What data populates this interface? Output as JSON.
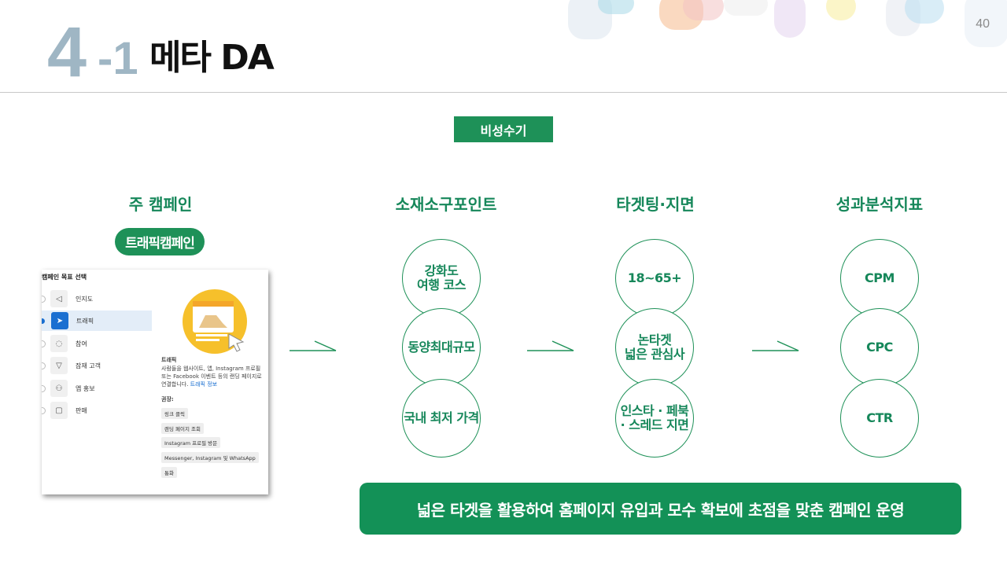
{
  "header": {
    "section_number": "4",
    "section_sub": "-1",
    "title": "메타 DA",
    "page_number": "40"
  },
  "tag": "비성수기",
  "columns": {
    "campaign": {
      "title": "주 캠페인",
      "pill": "트래픽캠페인",
      "screenshot": {
        "header": "캠페인 목표 선택",
        "objectives": [
          {
            "label": "인지도",
            "icon": "megaphone-icon",
            "selected": false
          },
          {
            "label": "트래픽",
            "icon": "cursor-icon",
            "selected": true
          },
          {
            "label": "참여",
            "icon": "chat-icon",
            "selected": false
          },
          {
            "label": "잠재 고객",
            "icon": "filter-icon",
            "selected": false
          },
          {
            "label": "앱 홍보",
            "icon": "people-icon",
            "selected": false
          },
          {
            "label": "판매",
            "icon": "bag-icon",
            "selected": false
          }
        ],
        "detail_title": "트래픽",
        "detail_desc": "사람들을 웹사이트, 앱, Instagram 프로필 또는 Facebook 이벤트 등의 랜딩 페이지로 연결합니다.",
        "detail_link": "트래픽 정보",
        "recommend_label": "권장:",
        "recommend_items": [
          "링크 클릭",
          "랜딩 페이지 조회",
          "Instagram 프로필 방문",
          "Messenger, Instagram 및 WhatsApp",
          "통화"
        ]
      }
    },
    "creative": {
      "title": "소재소구포인트",
      "circles": [
        "강화도\n여행 코스",
        "동양최대규모",
        "국내 최저 가격"
      ]
    },
    "targeting": {
      "title": "타겟팅·지면",
      "circles": [
        "18~65+",
        "논타겟\n넓은 관심사",
        "인스타 · 페북\n· 스레드 지면"
      ]
    },
    "metrics": {
      "title": "성과분석지표",
      "circles": [
        "CPM",
        "CPC",
        "CTR"
      ]
    }
  },
  "banner": "넓은 타겟을 활용하여 홈페이지 유입과 모수 확보에 초점을 맞춘 캠페인 운영",
  "colors": {
    "accent": "#1e9158",
    "title_number": "#9fb6c4",
    "selected_blue": "#1a6fd1"
  }
}
